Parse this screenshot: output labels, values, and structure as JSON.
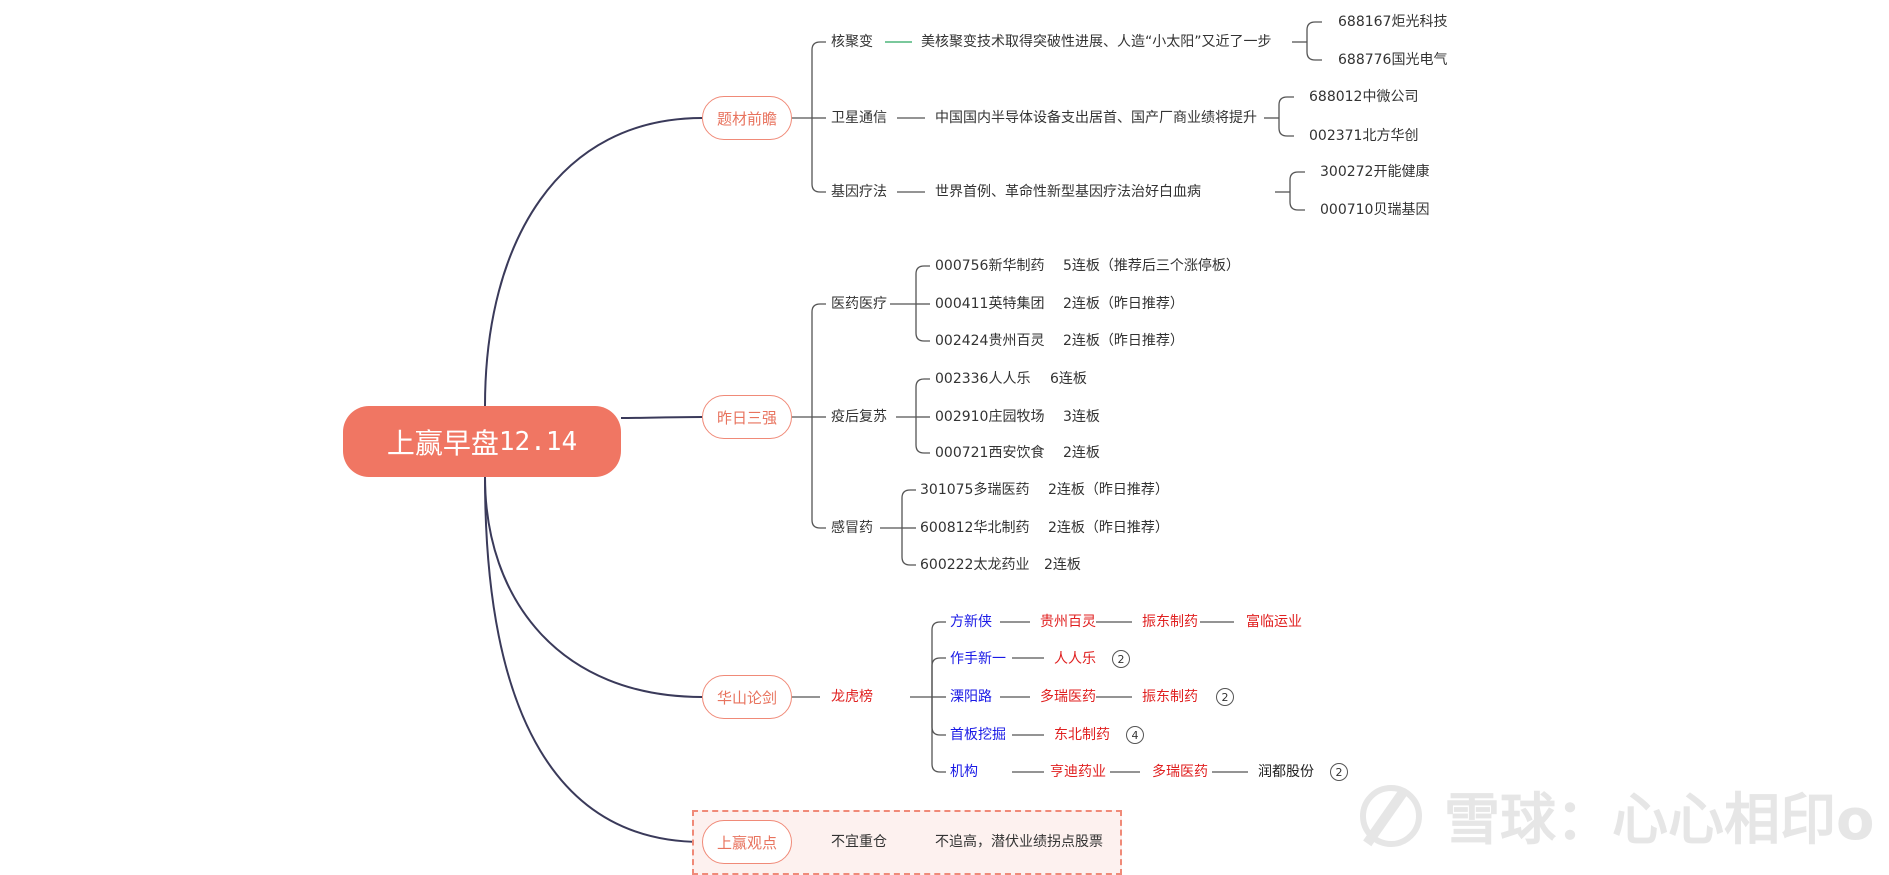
{
  "root": {
    "title": "上赢早盘",
    "date": "12.14"
  },
  "branches": {
    "topics": {
      "label": "题材前瞻",
      "items": [
        {
          "name": "核聚变",
          "desc": "美核聚变技术取得突破性进展、人造“小太阳”又近了一步",
          "stocks": [
            "688167炬光科技",
            "688776国光电气"
          ]
        },
        {
          "name": "卫星通信",
          "desc": "中国国内半导体设备支出居首、国产厂商业绩将提升",
          "stocks": [
            "688012中微公司",
            "002371北方华创"
          ]
        },
        {
          "name": "基因疗法",
          "desc": "世界首例、革命性新型基因疗法治好白血病",
          "stocks": [
            "300272开能健康",
            "000710贝瑞基因"
          ]
        }
      ]
    },
    "top3": {
      "label": "昨日三强",
      "groups": [
        {
          "name": "医药医疗",
          "rows": [
            {
              "stock": "000756新华制药",
              "boards": "5连板（推荐后三个涨停板）"
            },
            {
              "stock": "000411英特集团",
              "boards": "2连板（昨日推荐）"
            },
            {
              "stock": "002424贵州百灵",
              "boards": "2连板（昨日推荐）"
            }
          ]
        },
        {
          "name": "疫后复苏",
          "rows": [
            {
              "stock": "002336人人乐",
              "boards": "6连板"
            },
            {
              "stock": "002910庄园牧场",
              "boards": "3连板"
            },
            {
              "stock": "000721西安饮食",
              "boards": "2连板"
            }
          ]
        },
        {
          "name": "感冒药",
          "rows": [
            {
              "stock": "301075多瑞医药",
              "boards": "2连板（昨日推荐）"
            },
            {
              "stock": "600812华北制药",
              "boards": "2连板（昨日推荐）"
            },
            {
              "stock": "600222太龙药业",
              "boards": "2连板"
            }
          ]
        }
      ]
    },
    "huashan": {
      "label": "华山论剑",
      "sub": "龙虎榜",
      "rows": [
        {
          "seat": "方新侠",
          "stocks": [
            "贵州百灵",
            "振东制药",
            "富临运业"
          ],
          "count": ""
        },
        {
          "seat": "作手新一",
          "stocks": [
            "人人乐"
          ],
          "count": "2"
        },
        {
          "seat": "溧阳路",
          "stocks": [
            "多瑞医药",
            "振东制药"
          ],
          "count": "2"
        },
        {
          "seat": "首板挖掘",
          "stocks": [
            "东北制药"
          ],
          "count": "4"
        },
        {
          "seat": "机构",
          "stocks": [
            "亨迪药业",
            "多瑞医药",
            "润都股份"
          ],
          "count": "2"
        }
      ]
    },
    "view": {
      "label": "上赢观点",
      "sub": "不宜重仓",
      "desc": "不追高，潜伏业绩拐点股票"
    }
  },
  "watermark": "雪球：心心相印o",
  "colors": {
    "root": "#f07663",
    "accent": "#e8735e",
    "line": "#3a3a5a",
    "red": "#e02020",
    "blue": "#1a1ae6"
  }
}
